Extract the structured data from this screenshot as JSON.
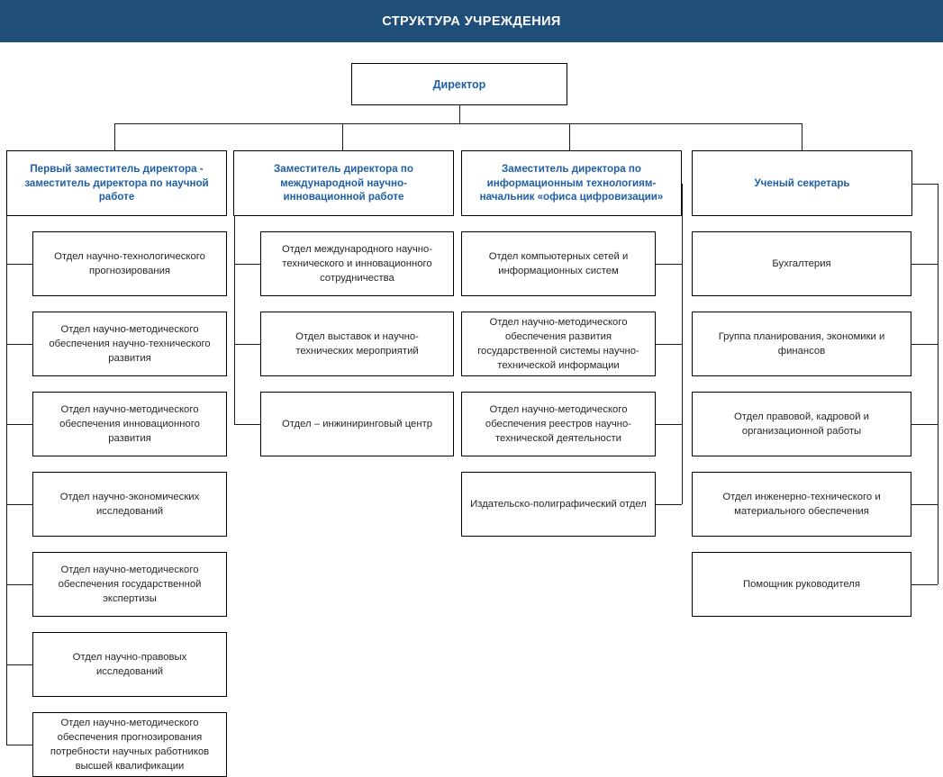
{
  "header": {
    "title": "СТРУКТУРА УЧРЕЖДЕНИЯ",
    "background_color": "#1F4E79",
    "text_color": "#FFFFFF"
  },
  "colors": {
    "accent_blue": "#1F5FA8",
    "header_navy": "#1F4E79",
    "box_border": "#000000",
    "box_fill": "#FFFFFF",
    "leaf_text": "#262626"
  },
  "chart_data": {
    "type": "diagram",
    "title": "СТРУКТУРА УЧРЕЖДЕНИЯ",
    "root": {
      "label": "Директор"
    },
    "columns": [
      {
        "head": "Первый заместитель директора - заместитель директора по научной работе",
        "connector_side": "left",
        "children": [
          "Отдел научно-технологического прогнозирования",
          "Отдел научно-методического обеспечения научно-технического развития",
          "Отдел научно-методического обеспечения инновационного развития",
          "Отдел научно-экономических исследований",
          "Отдел научно-методического обеспечения государственной экспертизы",
          "Отдел научно-правовых исследований",
          "Отдел научно-методического обеспечения прогнозирования потребности научных работников высшей квалификации"
        ]
      },
      {
        "head": "Заместитель директора по международной научно-инновационной работе",
        "connector_side": "left",
        "children": [
          "Отдел международного научно-технического и инновационного сотрудничества",
          "Отдел выставок и научно-технических мероприятий",
          "Отдел – инжиниринговый центр"
        ]
      },
      {
        "head": "Заместитель директора по информационным технологиям-начальник «офиса цифровизации»",
        "connector_side": "right",
        "children": [
          "Отдел компьютерных сетей и информационных систем",
          "Отдел научно-методического обеспечения развития государственной системы научно-технической информации",
          "Отдел научно-методического обеспечения реестров научно-технической деятельности",
          "Издательско-полиграфический отдел"
        ]
      },
      {
        "head": "Ученый секретарь",
        "connector_side": "right",
        "children": [
          "Бухгалтерия",
          "Группа планирования, экономики и финансов",
          "Отдел правовой, кадровой и организационной работы",
          "Отдел инженерно-технического и материального обеспечения",
          "Помощник руководителя"
        ]
      }
    ]
  }
}
